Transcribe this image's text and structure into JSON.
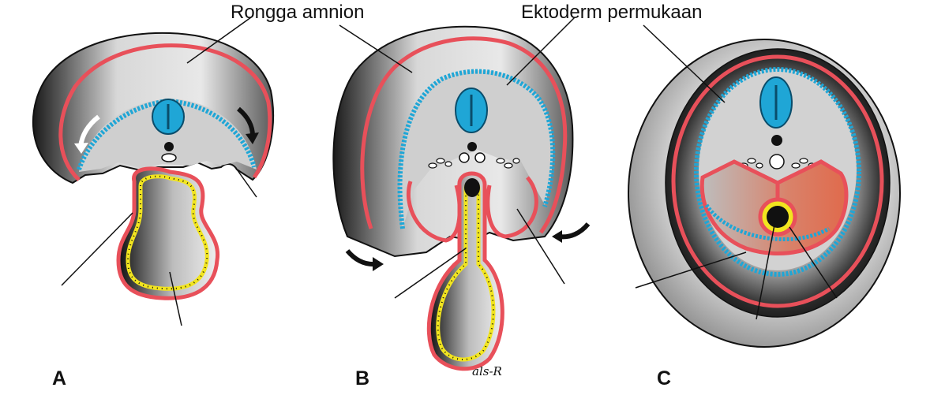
{
  "labels": {
    "amnion_cavity": "Rongga amnion",
    "surface_ectoderm": "Ektoderm permukaan"
  },
  "panels": [
    "A",
    "B",
    "C"
  ],
  "signature": "als-R",
  "colors": {
    "amnion_red": "#e8505a",
    "ectoderm_blue": "#1fa6d6",
    "endoderm_yellow": "#f2e51f",
    "gut_dark": "#111111",
    "cavity_grey": "#c8c8c8"
  }
}
